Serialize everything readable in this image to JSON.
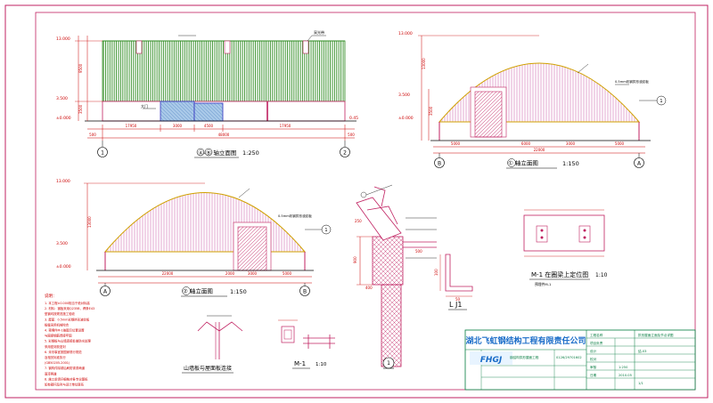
{
  "colors": {
    "frame": "#c02060",
    "hatch": "#d070b0",
    "green": "#2e8b20",
    "dim": "#cc0000",
    "text": "#000000",
    "wall": "#ff8080",
    "door": "#3030c0",
    "titleBlue": "#1a6cc8",
    "titleBlock": "#007a3d"
  },
  "views": {
    "elev12": {
      "title": "Ⓐ-Ⓑ 轴立面图",
      "scale": "1:250",
      "axis_left": "1",
      "axis_right": "2",
      "levels": [
        "13.000",
        "3.500",
        "±0.000"
      ],
      "level_right": "0.45",
      "dims_top": [
        "17950",
        "3000",
        "4500",
        "17950"
      ],
      "dims_bottom": "48000",
      "left_margin": "500",
      "right_margin": "500",
      "vert_dim": "9500",
      "vert_dim_b": "3500",
      "note": "采光带",
      "door_label": "大门"
    },
    "elevAB": {
      "title": "① 轴立面图",
      "scale": "1:150",
      "axis_left": "B",
      "axis_right": "A",
      "levels": [
        "13.000",
        "3.500",
        "±0.000"
      ],
      "dims": [
        "5000",
        "6000",
        "3000",
        "5000"
      ],
      "total": "22000",
      "vert": "13000",
      "vert_b": "3500",
      "note": "0.5mm彩钢拱形波纹板",
      "section_mark": "1"
    },
    "elevBA": {
      "title": "② 轴立面图",
      "scale": "1:150",
      "axis_left": "A",
      "axis_right": "B",
      "levels": [
        "13.000",
        "3.500",
        "±0.000"
      ],
      "dims": [
        "2000",
        "3000",
        "5000"
      ],
      "total": "22000",
      "vert": "13000",
      "note": "0.5mm彩钢拱形波纹板",
      "section_mark": "1"
    },
    "section1": {
      "mark": "1",
      "labels": [
        "250",
        "900",
        "400",
        "500"
      ]
    },
    "plateM1": {
      "title": "M-1 在圈梁上定位图",
      "scale": "1:10",
      "note": "预埋件M-1"
    },
    "anglL1": {
      "title": "L J1",
      "dims": [
        "50",
        "100"
      ]
    },
    "detailM1": {
      "title": "M-1",
      "scale": "1:10"
    },
    "gableDetail": {
      "title": "山墙板与屋面板连接"
    }
  },
  "notes": {
    "heading": "说明：",
    "lines": [
      "1. 本工程±0.000相当于绝对标高",
      "2. 材料：钢板采用Q235B，焊条E43",
      "   型钢均按规范施工验收",
      "3. 屋面：0.5mm彩钢拱形波纹板",
      "   板缝采用机械咬合",
      "4. 预埋件M-1按图示位置设置",
      "   与圈梁钢筋焊接牢固",
      "5. 彩钢板与山墙连接处做防水处理",
      "   采用密封胶密封",
      "6. 未尽事宜按国家现行规范",
      "   及相关标准执行",
      "   (GB50205-2001)",
      "7. 钢构件除锈后刷防锈漆两道",
      "   面漆两道",
      "8. 施工前请仔细核对各专业图纸",
      "   如有疑问及时与设计单位联系"
    ]
  },
  "title_block": {
    "company": "湖北飞虹钢结构工程有限责任公司",
    "logo": "FHGJ",
    "project_label": "钢结构拱形屋面工程",
    "drawing_label": "拱形屋面立面及节点详图",
    "cells": [
      "工程名称",
      "项目负责",
      "设计",
      "校对",
      "审核",
      "日期"
    ],
    "scale_value": "1:250",
    "date_value": "2010.05",
    "sheet_no": "结-03",
    "drawing_no": "1/1",
    "code": "0126/29701602"
  }
}
